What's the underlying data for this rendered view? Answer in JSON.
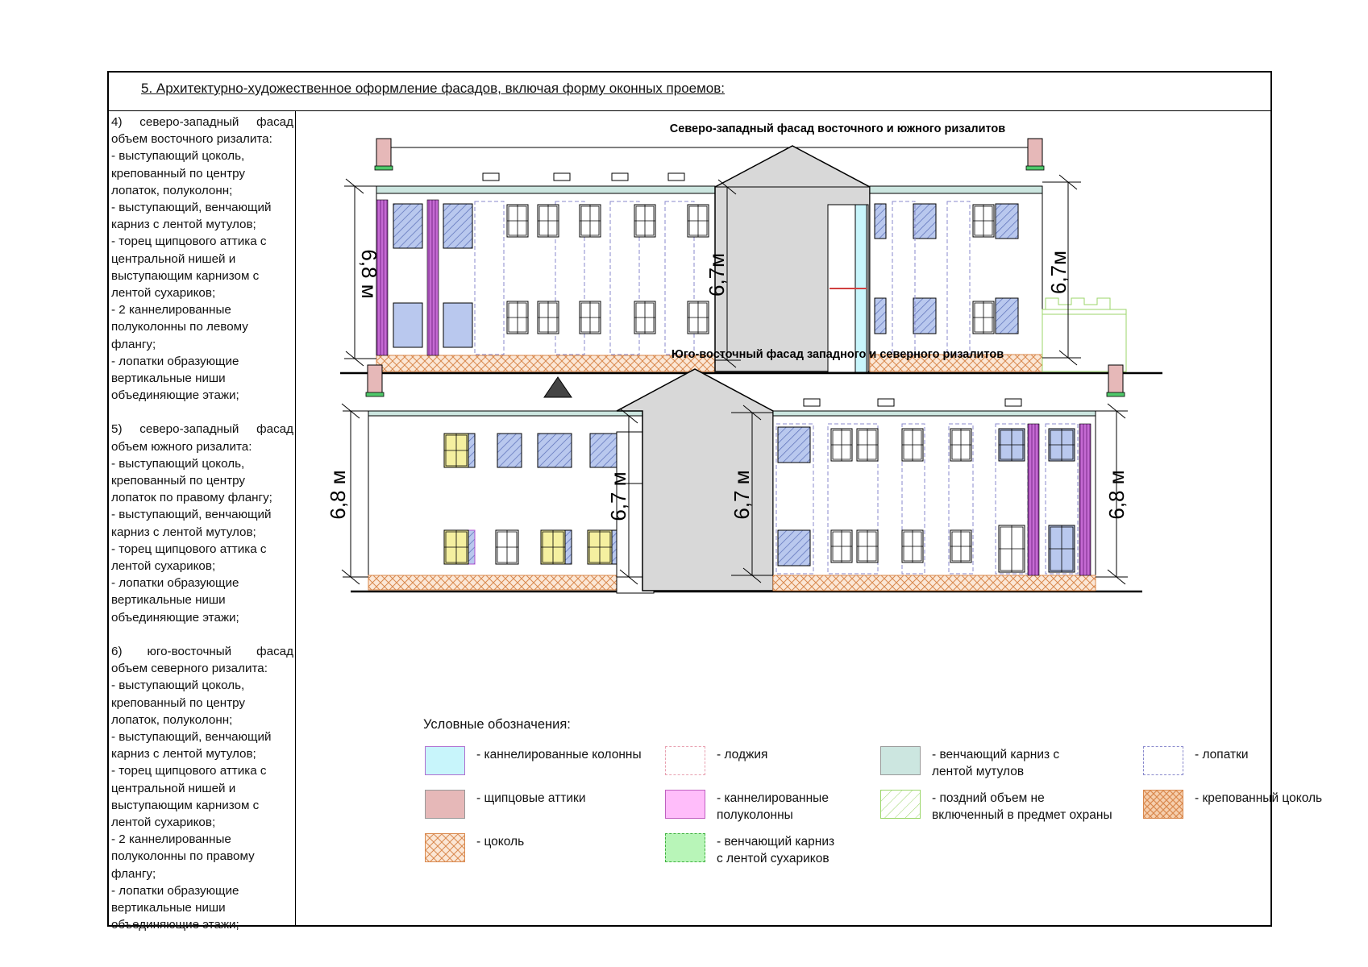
{
  "header": {
    "title": "5. Архитектурно-художественное оформление фасадов, включая форму оконных проемов:"
  },
  "description_blocks": [
    {
      "first_line": "4) северо-западный фасад",
      "lines": [
        "объем восточного ризалита:",
        "- выступающий цоколь,",
        "крепованный по центру",
        "лопаток, полуколонн;",
        "- выступающий, венчающий",
        "карниз с лентой мутулов;",
        "- торец щипцового аттика с",
        "центральной нишей и",
        "выступающим карнизом с",
        "лентой сухариков;",
        "- 2 каннелированные",
        "полуколонны по левому",
        "флангу;",
        "- лопатки образующие",
        "вертикальные ниши",
        "объединяющие этажи;"
      ]
    },
    {
      "first_line": "5) северо-западный фасад",
      "lines": [
        "объем южного ризалита:",
        "- выступающий цоколь,",
        "крепованный по центру",
        "лопаток по правому флангу;",
        "- выступающий, венчающий",
        "карниз с лентой мутулов;",
        "- торец щипцового аттика с",
        "лентой сухариков;",
        "- лопатки образующие",
        "вертикальные ниши",
        "объединяющие этажи;"
      ]
    },
    {
      "first_line": "6) юго-восточный фасад",
      "lines": [
        "объем северного ризалита:",
        "- выступающий цоколь,",
        "крепованный по центру",
        "лопаток, полуколонн;",
        "- выступающий, венчающий",
        "карниз с лентой мутулов;",
        "- торец щипцового аттика с",
        "центральной нишей и",
        "выступающим карнизом с",
        "лентой сухариков;",
        "- 2 каннелированные",
        "полуколонны по правому",
        "флангу;",
        "- лопатки образующие",
        "вертикальные ниши",
        "объединяющие этажи;"
      ]
    }
  ],
  "facade_top": {
    "title": "Северо-западный фасад  восточного и южного ризалитов",
    "dim_left": "6,8 м",
    "dim_middle": "6,7м",
    "dim_right": "6,7м"
  },
  "facade_bottom": {
    "title": "Юго-восточный фасад западного и северного ризалитов",
    "dim_left": "6,8 м",
    "dim_middle_a": "6,7 м",
    "dim_middle_b": "6,7 м",
    "dim_right": "6,8 м"
  },
  "legend": {
    "title": "Условные обозначения:",
    "items": [
      {
        "key": "fluted-columns",
        "lines": [
          "- каннелированные колонны"
        ]
      },
      {
        "key": "gable-attics",
        "lines": [
          "- щипцовые аттики"
        ]
      },
      {
        "key": "plinth",
        "lines": [
          "- цоколь"
        ]
      },
      {
        "key": "loggia",
        "lines": [
          "- лоджия"
        ]
      },
      {
        "key": "fluted-half-columns",
        "lines": [
          "- каннелированные",
          " полуколонны"
        ]
      },
      {
        "key": "cornice-dentils",
        "lines": [
          "- венчающий карниз",
          "с лентой сухариков"
        ]
      },
      {
        "key": "cornice-mutules",
        "lines": [
          "- венчающий карниз с",
          "лентой мутулов"
        ]
      },
      {
        "key": "late-volume",
        "lines": [
          " - поздний объем не",
          " включенный в предмет охраны"
        ]
      },
      {
        "key": "pilasters",
        "lines": [
          "- лопатки"
        ]
      },
      {
        "key": "rusticated-plinth",
        "lines": [
          "- крепованный цоколь"
        ]
      }
    ]
  },
  "colors": {
    "fluted_columns": "#c8f5fb",
    "gable_attics": "#e6b8b8",
    "plinth_hatch": "#d9894e",
    "loggia_dash": "#e8a0b0",
    "half_columns": "#ffbdfa",
    "dentils": "#b8f5b8",
    "mutules": "#cce6e0",
    "late_volume": "#9bd66a",
    "pilasters_dash": "#8888cc",
    "window_blue": "#8fa8dc",
    "window_yellow": "#f5f0a0",
    "gable_grey": "#d8d8d8"
  }
}
